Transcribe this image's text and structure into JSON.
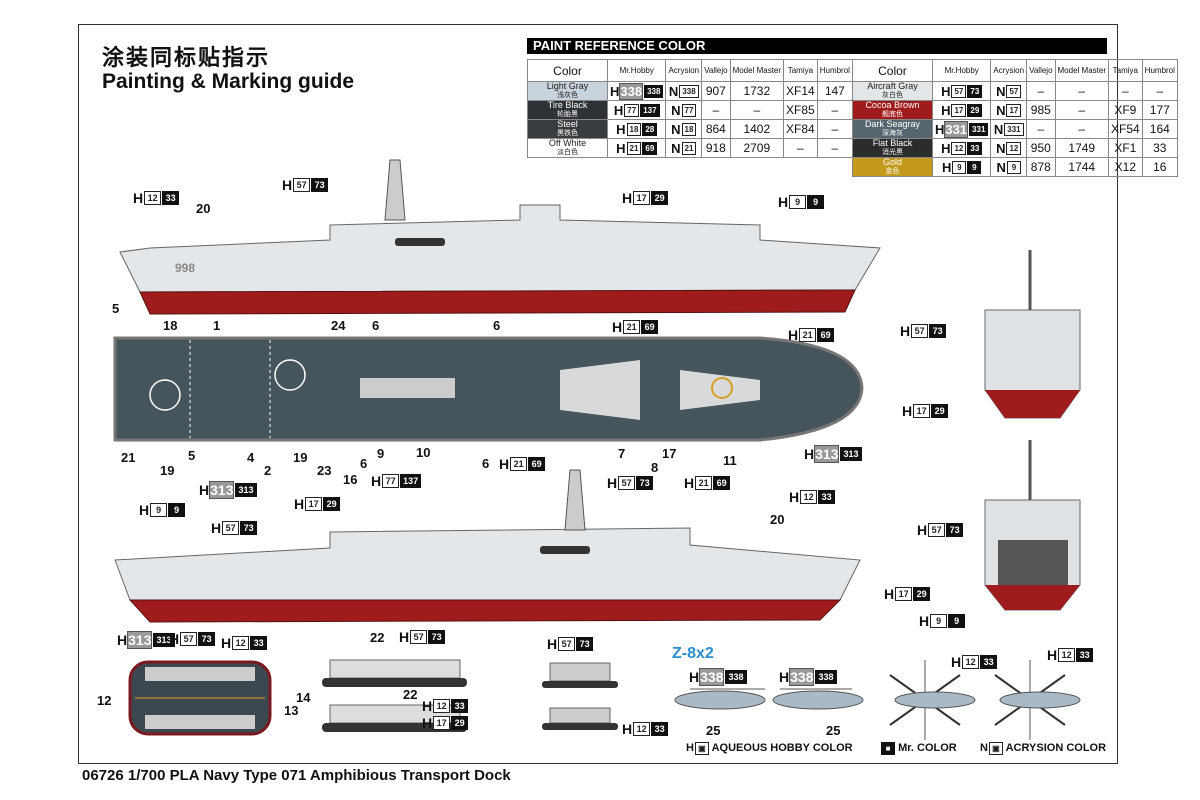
{
  "header": {
    "title_cn": "涂装同标贴指示",
    "title_en": "Painting & Marking guide"
  },
  "paint_table": {
    "title": "PAINT  REFERENCE COLOR",
    "columns": [
      "Color",
      "Mr.Hobby",
      "Acrysion",
      "Vallejo",
      "Model Master",
      "Tamiya",
      "Humbrol"
    ],
    "left_rows": [
      {
        "name": "Light Gray",
        "cn": "浅灰色",
        "swatch": "#c9d3dc",
        "h1": "338",
        "h2": "338",
        "n": "338",
        "vallejo": "907",
        "mm": "1732",
        "tamiya": "XF14",
        "humbrol": "147"
      },
      {
        "name": "Tire Black",
        "cn": "轮胎黑",
        "swatch": "#2e3236",
        "h1": "77",
        "h2": "137",
        "n": "77",
        "vallejo": "–",
        "mm": "–",
        "tamiya": "XF85",
        "humbrol": "–"
      },
      {
        "name": "Steel",
        "cn": "黑铁色",
        "swatch": "#3a3d40",
        "h1": "18",
        "h2": "28",
        "n": "18",
        "vallejo": "864",
        "mm": "1402",
        "tamiya": "XF84",
        "humbrol": "–"
      },
      {
        "name": "Off White",
        "cn": "淡白色",
        "swatch": "#ffffff",
        "h1": "21",
        "h2": "69",
        "n": "21",
        "vallejo": "918",
        "mm": "2709",
        "tamiya": "–",
        "humbrol": "–"
      }
    ],
    "right_rows": [
      {
        "name": "Aircraft Gray",
        "cn": "灰白色",
        "swatch": "#e3e6e8",
        "h1": "57",
        "h2": "73",
        "n": "57",
        "vallejo": "–",
        "mm": "–",
        "tamiya": "–",
        "humbrol": "–"
      },
      {
        "name": "Cocoa Brown",
        "cn": "舰底色",
        "swatch": "#a01c1c",
        "h1": "17",
        "h2": "29",
        "n": "17",
        "vallejo": "985",
        "mm": "–",
        "tamiya": "XF9",
        "humbrol": "177"
      },
      {
        "name": "Dark Seagray",
        "cn": "深海灰",
        "swatch": "#56666f",
        "h1": "331",
        "h2": "331",
        "n": "331",
        "vallejo": "–",
        "mm": "–",
        "tamiya": "XF54",
        "humbrol": "164"
      },
      {
        "name": "Flat Black",
        "cn": "消光黑",
        "swatch": "#2a2c2e",
        "h1": "12",
        "h2": "33",
        "n": "12",
        "vallejo": "950",
        "mm": "1749",
        "tamiya": "XF1",
        "humbrol": "33"
      },
      {
        "name": "Gold",
        "cn": "金色",
        "swatch": "#c49a1c",
        "h1": "9",
        "h2": "9",
        "n": "9",
        "vallejo": "878",
        "mm": "1744",
        "tamiya": "X12",
        "humbrol": "16"
      }
    ]
  },
  "prefix_h": "H",
  "prefix_n": "N",
  "callouts": [
    {
      "a": "12",
      "b": "33"
    },
    {
      "a": "57",
      "b": "73"
    },
    {
      "a": "17",
      "b": "29"
    },
    {
      "a": "9",
      "b": "9"
    },
    {
      "a": "21",
      "b": "69"
    },
    {
      "a": "21",
      "b": "69"
    },
    {
      "a": "57",
      "b": "73"
    },
    {
      "a": "17",
      "b": "29"
    },
    {
      "a": "313",
      "b": "313"
    },
    {
      "a": "21",
      "b": "69"
    },
    {
      "a": "77",
      "b": "137"
    },
    {
      "a": "57",
      "b": "73"
    },
    {
      "a": "21",
      "b": "69"
    },
    {
      "a": "313",
      "b": "313"
    },
    {
      "a": "17",
      "b": "29"
    },
    {
      "a": "9",
      "b": "9"
    },
    {
      "a": "57",
      "b": "73"
    },
    {
      "a": "12",
      "b": "33"
    },
    {
      "a": "57",
      "b": "73"
    },
    {
      "a": "17",
      "b": "29"
    },
    {
      "a": "9",
      "b": "9"
    },
    {
      "a": "313",
      "b": "313"
    },
    {
      "a": "57",
      "b": "73"
    },
    {
      "a": "12",
      "b": "33"
    },
    {
      "a": "57",
      "b": "73"
    },
    {
      "a": "57",
      "b": "73"
    },
    {
      "a": "12",
      "b": "33"
    },
    {
      "a": "17",
      "b": "29"
    },
    {
      "a": "12",
      "b": "33"
    },
    {
      "a": "338",
      "b": "338"
    },
    {
      "a": "338",
      "b": "338"
    },
    {
      "a": "12",
      "b": "33"
    },
    {
      "a": "12",
      "b": "33"
    }
  ],
  "part_numbers": [
    "20",
    "5",
    "18",
    "1",
    "24",
    "6",
    "6",
    "21",
    "19",
    "5",
    "4",
    "2",
    "19",
    "23",
    "16",
    "6",
    "9",
    "10",
    "6",
    "7",
    "8",
    "17",
    "11",
    "20",
    "22",
    "22",
    "12",
    "14",
    "13",
    "25",
    "25"
  ],
  "hull_number": "998",
  "helicopter_label": "Z-8x2",
  "legend": {
    "aqueous": "AQUEOUS HOBBY COLOR",
    "mr": "Mr. COLOR",
    "acrysion": "ACRYSION COLOR"
  },
  "footer": "06726 1/700 PLA Navy Type 071 Amphibious Transport Dock"
}
